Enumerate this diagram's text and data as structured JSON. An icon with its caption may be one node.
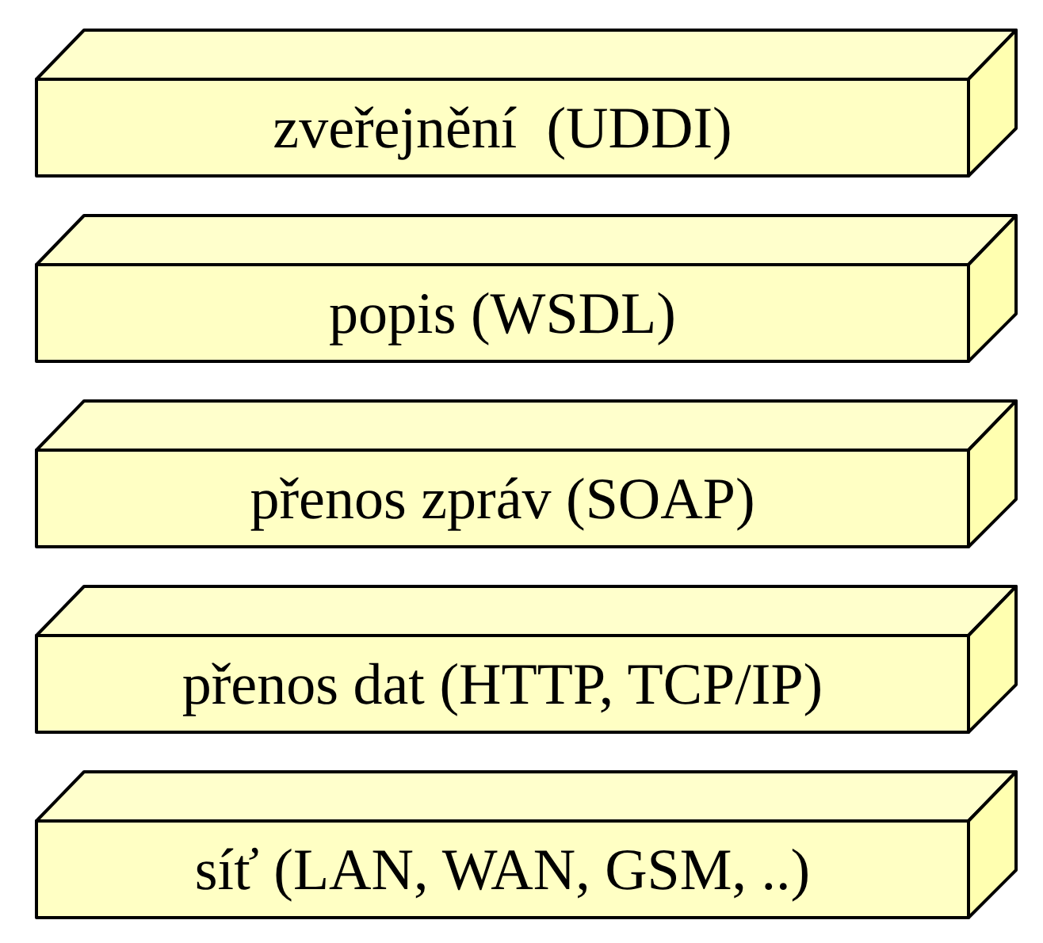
{
  "diagram": {
    "nodes": [
      {
        "text": [
          "zveřejnění  (UDDI)"
        ]
      },
      {
        "text": [
          "popis (WSDL)"
        ]
      },
      {
        "text": [
          "přenos zpráv (SOAP)"
        ]
      },
      {
        "text": [
          "přenos dat (HTTP, TCP/IP)"
        ]
      },
      {
        "text": [
          "síť (LAN, WAN, GSM, ..)"
        ]
      }
    ]
  }
}
